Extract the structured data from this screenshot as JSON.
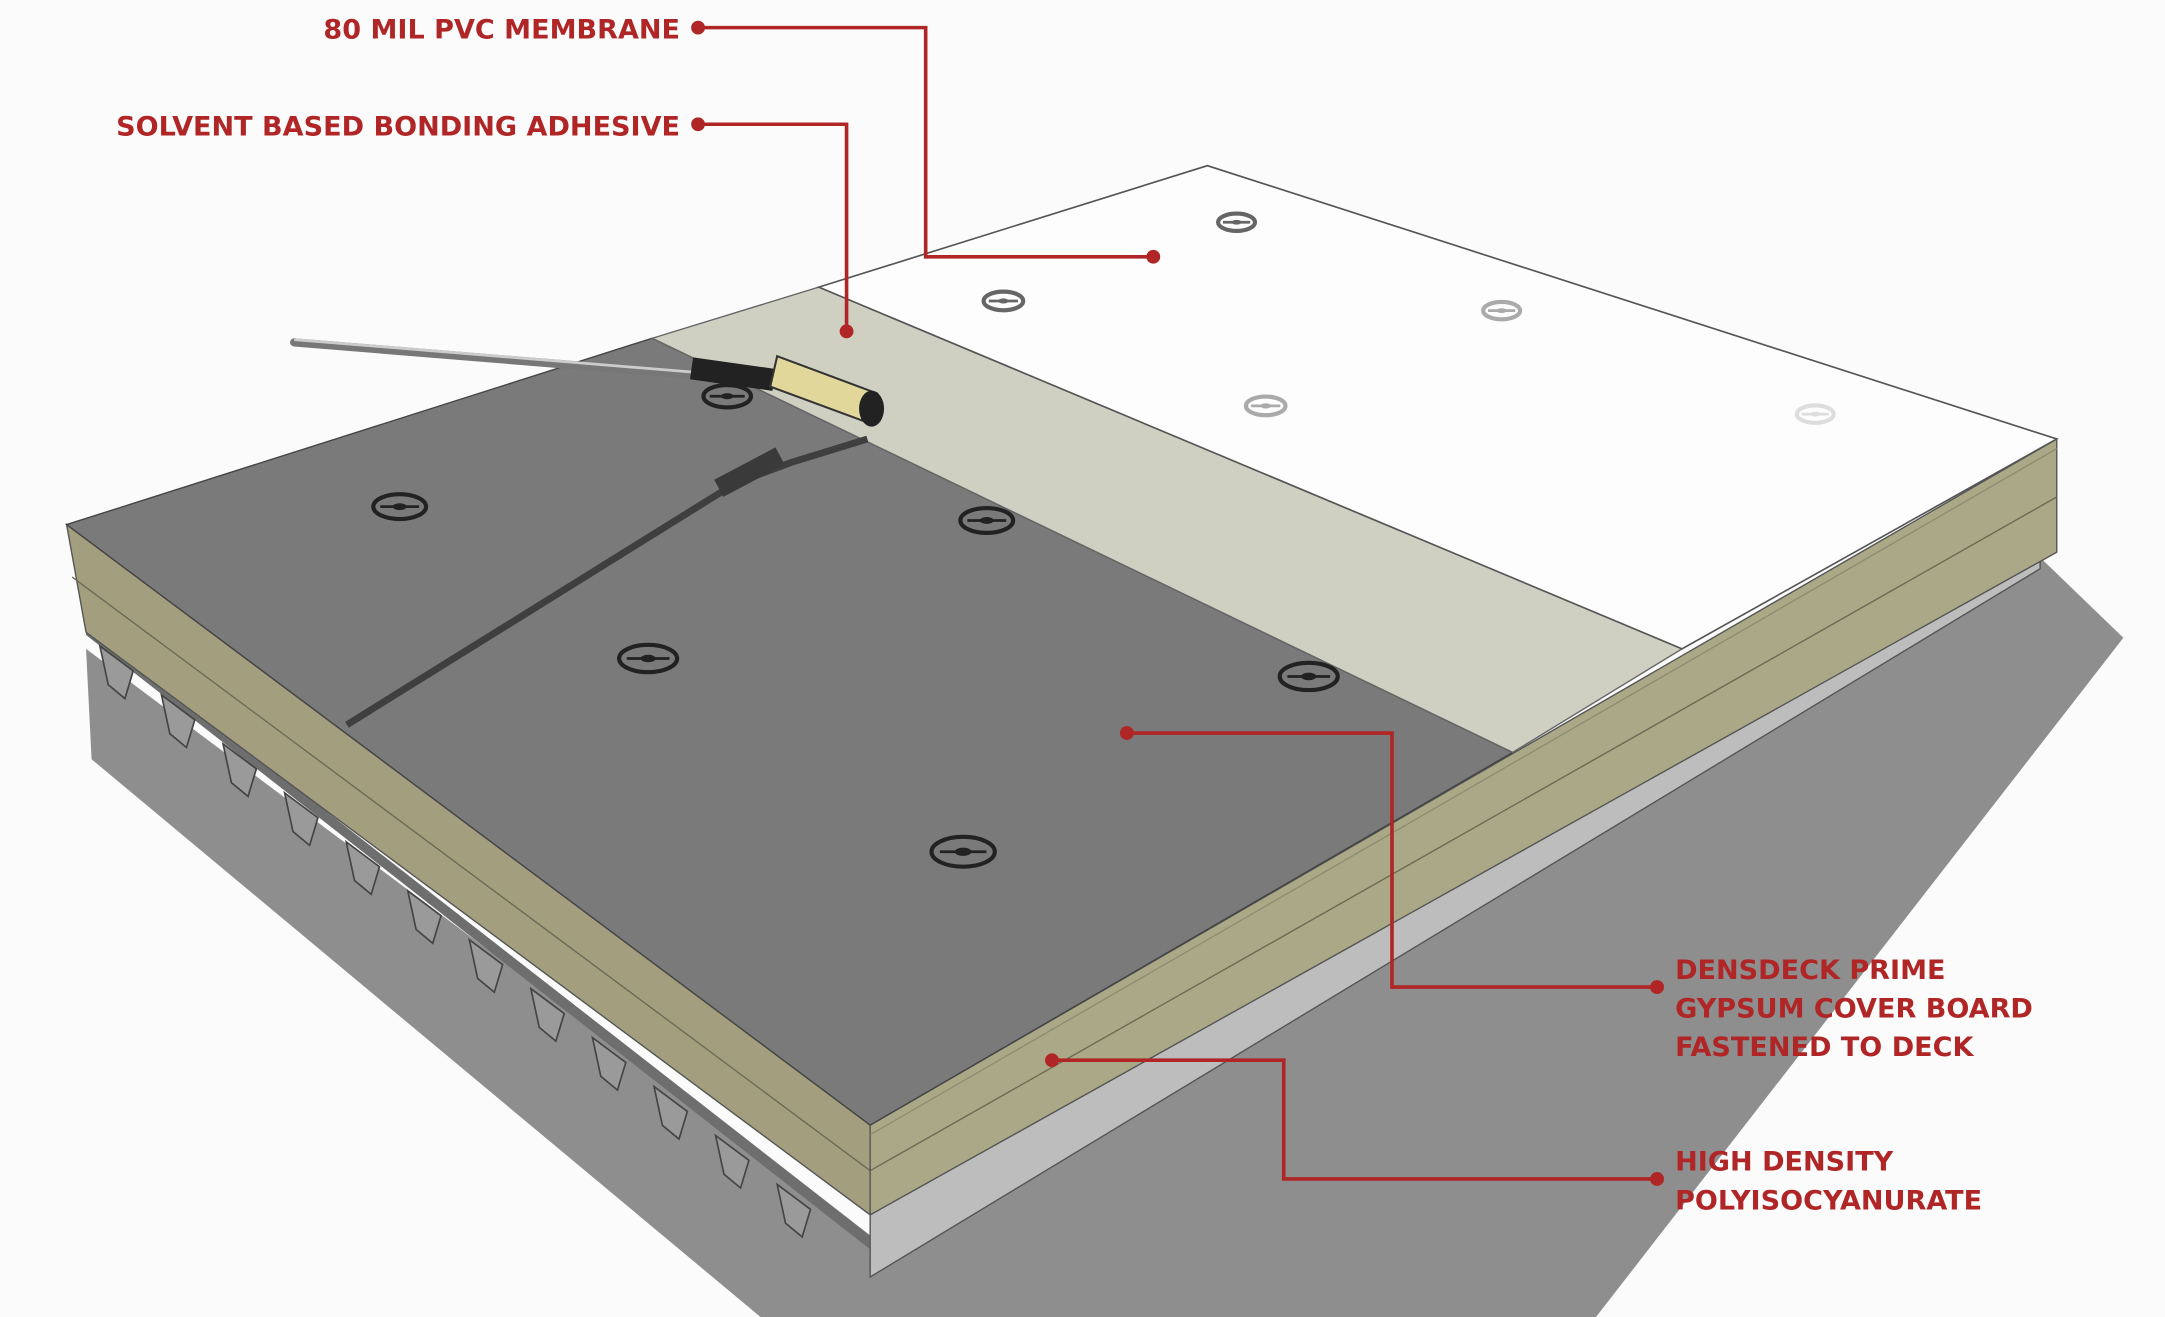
{
  "diagram": {
    "title": "PVC roof assembly layers",
    "accent_color": "#b02525",
    "callouts": [
      {
        "lines": [
          "80 MIL PVC MEMBRANE"
        ]
      },
      {
        "lines": [
          "SOLVENT BASED BONDING ADHESIVE"
        ]
      },
      {
        "lines": [
          "DENSDECK PRIME",
          "GYPSUM COVER BOARD",
          "FASTENED TO DECK"
        ]
      },
      {
        "lines": [
          "HIGH DENSITY",
          "POLYISOCYANURATE"
        ]
      }
    ],
    "layer_colors": {
      "membrane": "#fdfdfd",
      "adhesive": "#cfd0c2",
      "cover_board": "#7a7a7a",
      "insulation": "#a8a584",
      "shadow": "#8e8e8e"
    }
  }
}
